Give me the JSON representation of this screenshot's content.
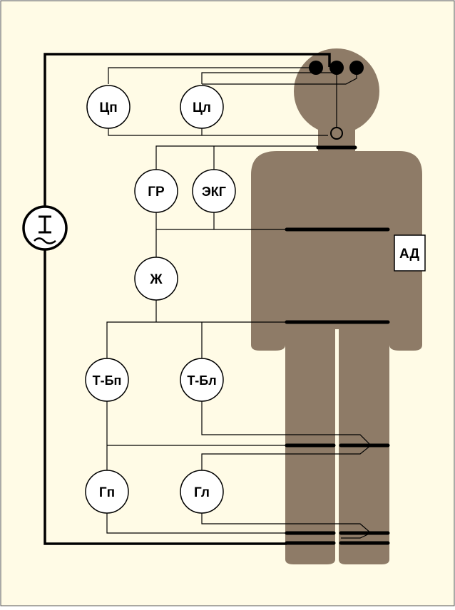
{
  "colors": {
    "background": "#fffbe6",
    "body": "#8e7b67",
    "wire": "#000000",
    "node_fill": "#ffffff"
  },
  "nodes": {
    "cp": "Цп",
    "cl": "Цл",
    "gr": "ГР",
    "ekg": "ЭКГ",
    "zh": "Ж",
    "tbp": "Т-Бп",
    "tbl": "Т-Бл",
    "gp": "Гп",
    "gl": "Гл"
  },
  "labels": {
    "ad": "АД"
  },
  "icons": {
    "source": "ac-current-source-icon",
    "head_sensor": "neck-sensor-icon"
  }
}
